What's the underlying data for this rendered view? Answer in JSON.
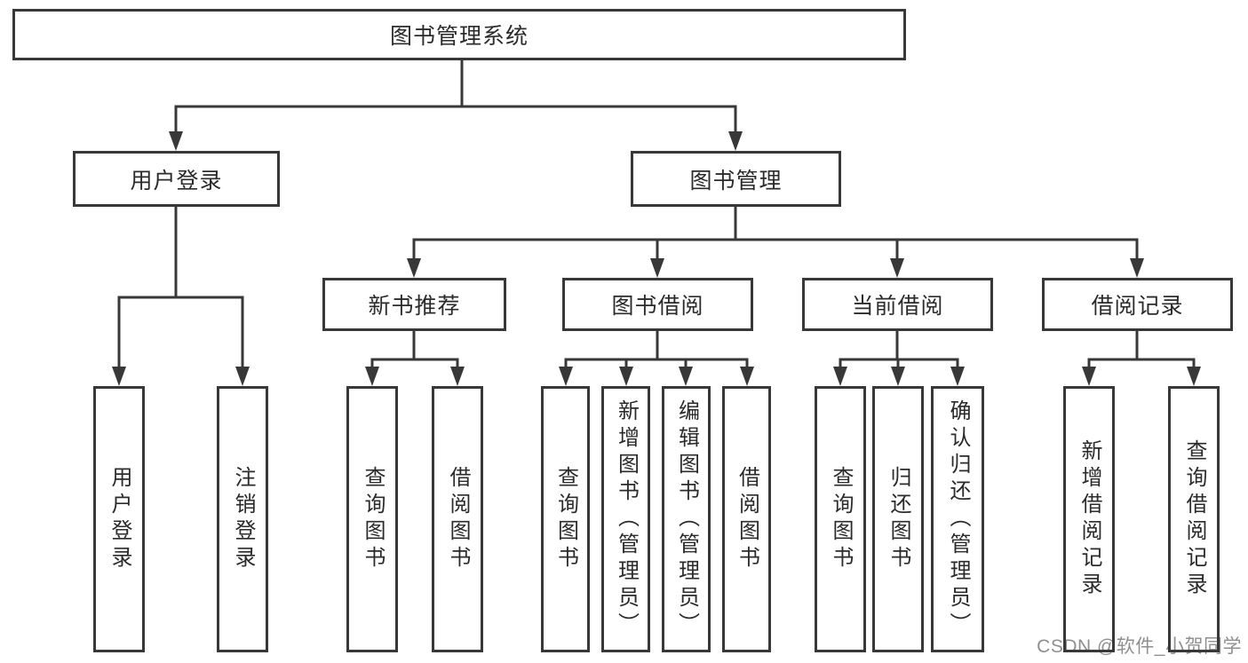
{
  "tree": {
    "root": "图书管理系统",
    "branches": [
      {
        "label": "用户登录",
        "children": [
          "用户登录",
          "注销登录"
        ]
      },
      {
        "label": "图书管理",
        "sections": [
          {
            "label": "新书推荐",
            "children": [
              "查询图书",
              "借阅图书"
            ]
          },
          {
            "label": "图书借阅",
            "children": [
              "查询图书",
              "新增图书（管理员）",
              "编辑图书（管理员）",
              "借阅图书"
            ]
          },
          {
            "label": "当前借阅",
            "children": [
              "查询图书",
              "归还图书",
              "确认归还（管理员）"
            ]
          },
          {
            "label": "借阅记录",
            "children": [
              "新增借阅记录",
              "查询借阅记录"
            ]
          }
        ]
      }
    ]
  },
  "watermark": {
    "text": "CSDN @软件_小贺同学"
  },
  "colors": {
    "line": "#383838",
    "border": "#383838",
    "text": "#2b2b2b",
    "watermark": "#8f8f8f",
    "background": "#ffffff"
  }
}
